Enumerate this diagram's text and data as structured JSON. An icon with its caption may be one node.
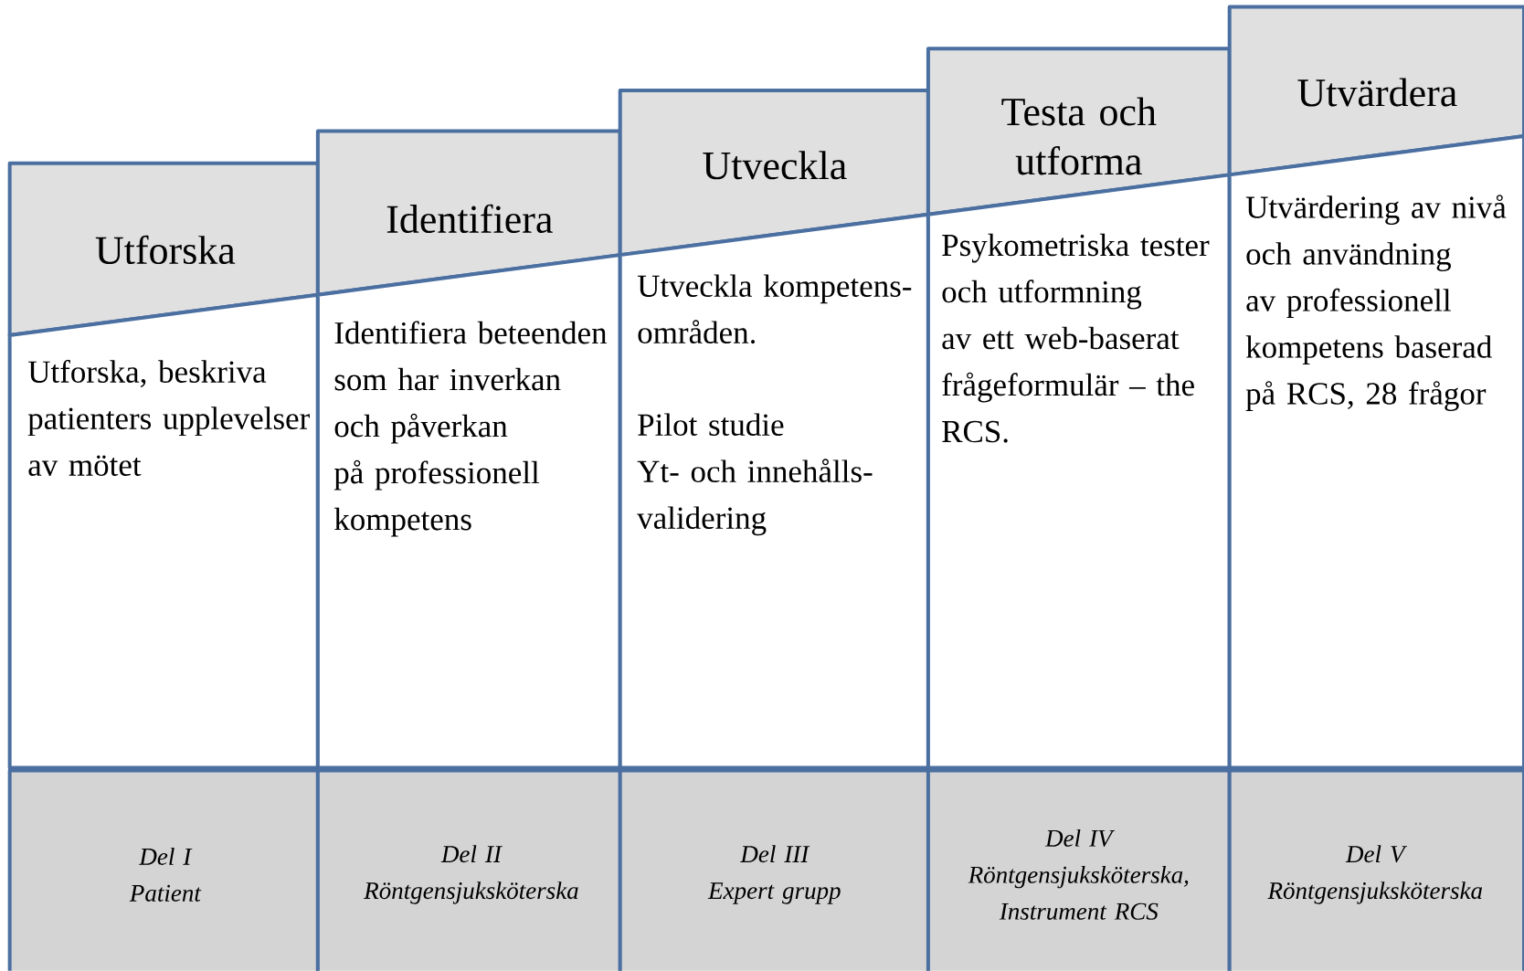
{
  "diagram": {
    "nodes": [
      {
        "text": [
          "Utforska"
        ]
      },
      {
        "text": [
          "Utforska, beskriva patienters upplevelser av mötet"
        ]
      },
      {
        "text": [
          "Del I",
          "Patient"
        ]
      },
      {
        "text": [
          "Identifiera"
        ]
      },
      {
        "text": [
          "Identifiera beteenden som har inverkan och påverkan på professionell kompetens"
        ]
      },
      {
        "text": [
          "Del II",
          "Röntgensjuksköterska"
        ]
      },
      {
        "text": [
          "Utveckla"
        ]
      },
      {
        "text": [
          "Utveckla kompetens-områden.",
          "Pilot studie",
          "Yt- och innehålls-validering"
        ]
      },
      {
        "text": [
          "Del III",
          "Expert grupp"
        ]
      },
      {
        "text": [
          "Testa och utforma"
        ]
      },
      {
        "text": [
          "Psykometriska tester och utformning av ett web-baserat frågeformulär – the RCS."
        ]
      },
      {
        "text": [
          "Del IV",
          "Röntgensjuksköterska, Instrument RCS"
        ]
      },
      {
        "text": [
          "Utvärdera"
        ]
      },
      {
        "text": [
          "Utvärdering av nivå och användning av professionell kompetens baserad på RCS, 28 frågor"
        ]
      },
      {
        "text": [
          "Del V",
          "Röntgensjuksköterska"
        ]
      }
    ]
  }
}
